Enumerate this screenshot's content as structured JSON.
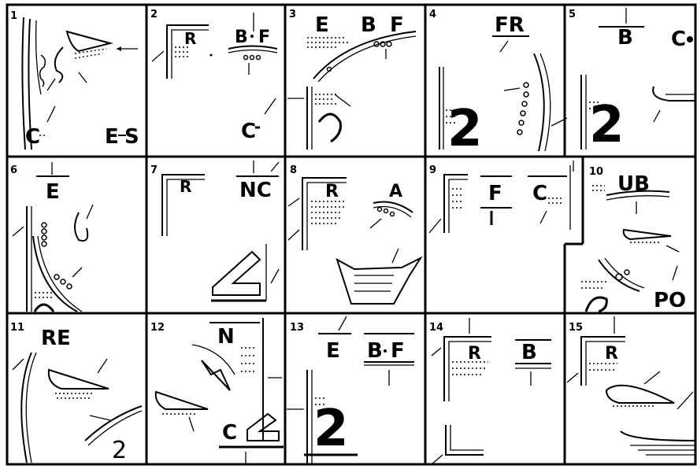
{
  "panels": [
    {
      "number": "1",
      "labels": [
        "C",
        "E",
        "S"
      ]
    },
    {
      "number": "2",
      "labels": [
        "R",
        "B",
        "F",
        "C"
      ]
    },
    {
      "number": "3",
      "labels": [
        "E",
        "B",
        "F"
      ]
    },
    {
      "number": "4",
      "labels": [
        "FR",
        "2"
      ]
    },
    {
      "number": "5",
      "labels": [
        "B",
        "C",
        "2"
      ]
    },
    {
      "number": "6",
      "labels": [
        "E"
      ]
    },
    {
      "number": "7",
      "labels": [
        "R",
        "NC"
      ]
    },
    {
      "number": "8",
      "labels": [
        "R",
        "A"
      ]
    },
    {
      "number": "9",
      "labels": [
        "F",
        "C"
      ]
    },
    {
      "number": "10",
      "labels": [
        "UB",
        "PO"
      ]
    },
    {
      "number": "11",
      "labels": [
        "RE",
        "2"
      ]
    },
    {
      "number": "12",
      "labels": [
        "N",
        "C"
      ]
    },
    {
      "number": "13",
      "labels": [
        "E",
        "B",
        "F",
        "2"
      ]
    },
    {
      "number": "14",
      "labels": [
        "R",
        "B"
      ]
    },
    {
      "number": "15",
      "labels": [
        "R"
      ]
    }
  ]
}
